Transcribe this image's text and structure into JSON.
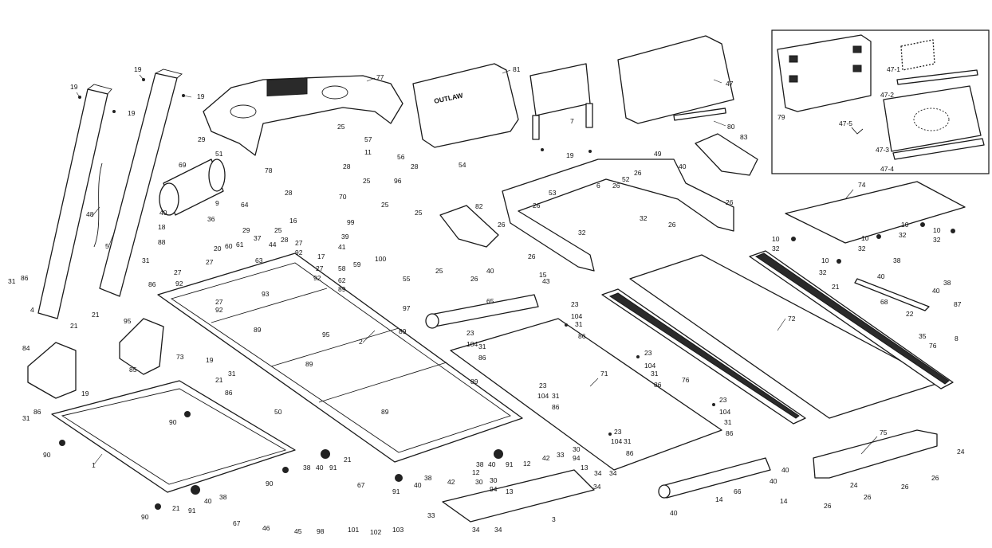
{
  "callouts": {
    "c1": "1",
    "c2": "2",
    "c3": "3",
    "c4": "4",
    "c5": "5",
    "c6": "6",
    "c7": "7",
    "c8": "8",
    "c9": "9",
    "c10": "10",
    "c11": "11",
    "c12": "12",
    "c13": "13",
    "c14": "14",
    "c15": "15",
    "c16": "16",
    "c17": "17",
    "c18": "18",
    "c19": "19",
    "c20": "20",
    "c21": "21",
    "c22": "22",
    "c23": "23",
    "c24": "24",
    "c25": "25",
    "c26": "26",
    "c27": "27",
    "c28": "28",
    "c29": "29",
    "c30": "30",
    "c31": "31",
    "c32": "32",
    "c33": "33",
    "c34": "34",
    "c35": "35",
    "c36": "36",
    "c37": "37",
    "c38": "38",
    "c39": "39",
    "c40": "40",
    "c41": "41",
    "c42": "42",
    "c43": "43",
    "c44": "44",
    "c45": "45",
    "c46": "46",
    "c47": "47",
    "c48": "48",
    "c49": "49",
    "c50": "50",
    "c51": "51",
    "c52": "52",
    "c53": "53",
    "c54": "54",
    "c55": "55",
    "c56": "56",
    "c57": "57",
    "c58": "58",
    "c59": "59",
    "c60": "60",
    "c61": "61",
    "c62": "62",
    "c63": "63",
    "c64": "64",
    "c65": "65",
    "c66": "66",
    "c67": "67",
    "c68": "68",
    "c69": "69",
    "c70": "70",
    "c71": "71",
    "c72": "72",
    "c73": "73",
    "c74": "74",
    "c75": "75",
    "c76": "76",
    "c77": "77",
    "c78": "78",
    "c79": "79",
    "c80": "80",
    "c81": "81",
    "c82": "82",
    "c83": "83",
    "c84": "84",
    "c85": "85",
    "c86": "86",
    "c87": "87",
    "c88": "88",
    "c89": "89",
    "c90": "90",
    "c91": "91",
    "c92": "92",
    "c93": "93",
    "c94": "94",
    "c95": "95",
    "c96": "96",
    "c97": "97",
    "c98": "98",
    "c99": "99",
    "c100": "100",
    "c101": "101",
    "c102": "102",
    "c103": "103",
    "c104": "104",
    "c47_1": "47-1",
    "c47_2": "47-2",
    "c47_3": "47-3",
    "c47_4": "47-4",
    "c47_5": "47-5"
  },
  "console_brand_text": "OUTLAW"
}
